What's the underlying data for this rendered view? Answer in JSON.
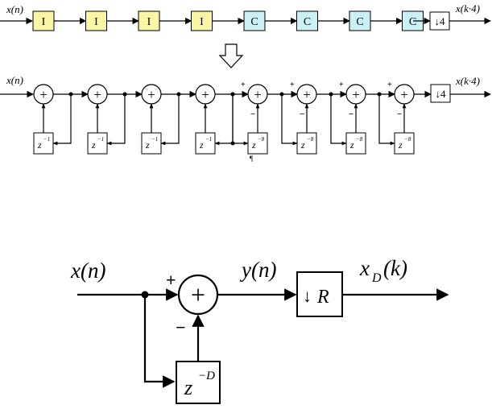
{
  "top_chain": {
    "input_label": "x(n)",
    "stages": [
      {
        "label": "I",
        "fill": "#fbf5a6"
      },
      {
        "label": "I",
        "fill": "#fbf5a6"
      },
      {
        "label": "I",
        "fill": "#fbf5a6"
      },
      {
        "label": "I",
        "fill": "#fbf5a6"
      },
      {
        "label": "C",
        "fill": "#c9f1f6"
      },
      {
        "label": "C",
        "fill": "#c9f1f6"
      },
      {
        "label": "C",
        "fill": "#c9f1f6"
      },
      {
        "label": "C",
        "fill": "#c9f1f6"
      }
    ],
    "decimator_label": "↓4",
    "output_label": "x(k·4)"
  },
  "middle_chain": {
    "input_label": "x(n)",
    "sum_symbol": "+",
    "integrator_delay": {
      "base": "z",
      "exp": "−1"
    },
    "comb_delay": {
      "base": "z",
      "exp": "−8"
    },
    "plus_sign": "+",
    "minus_sign": "−",
    "stray_mark": "¶",
    "decimator_label": "↓4",
    "output_label": "x(k·4)"
  },
  "comb_diagram": {
    "input_label": "x(n)",
    "sum_symbol": "+",
    "plus_sign": "+",
    "minus_sign": "−",
    "intermediate_label": "y(n)",
    "delay": {
      "base": "z",
      "exp": "−D"
    },
    "decimator": {
      "arrow": "↓",
      "factor": "R"
    },
    "output": {
      "base": "x",
      "sub": "D",
      "arg": "(k)"
    }
  }
}
